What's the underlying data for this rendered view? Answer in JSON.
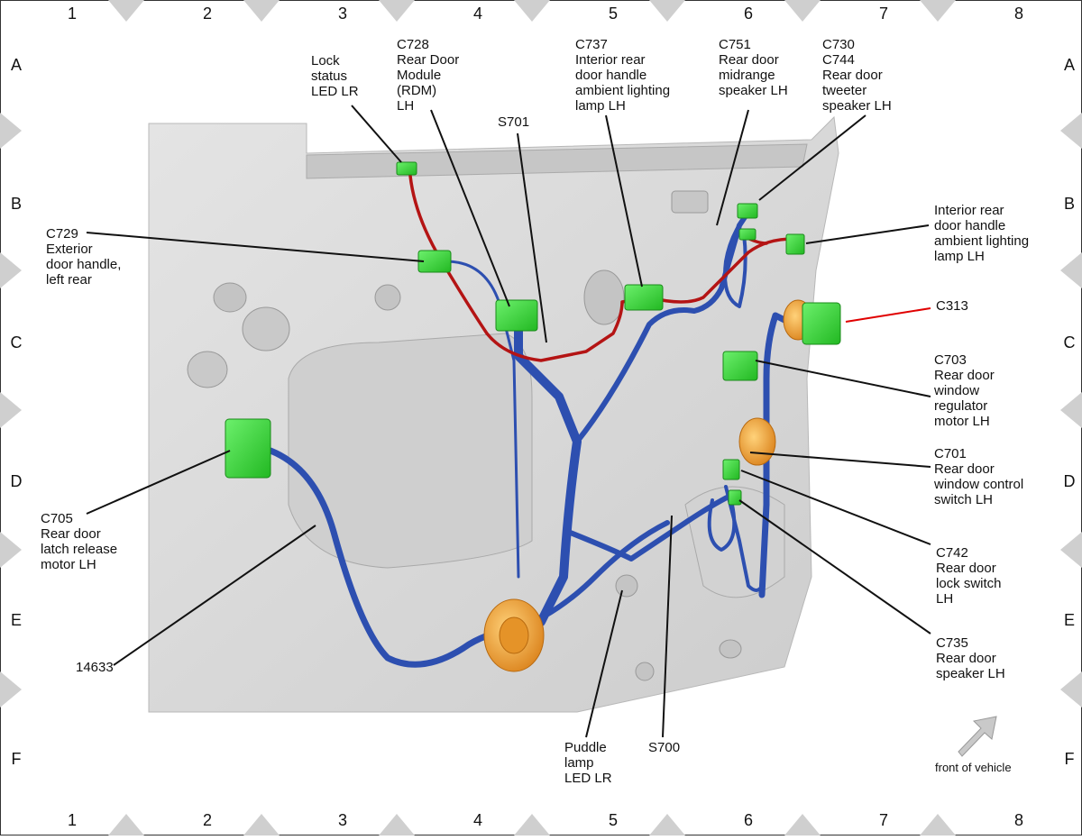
{
  "grid": {
    "columns": [
      "1",
      "2",
      "3",
      "4",
      "5",
      "6",
      "7",
      "8"
    ],
    "rows": [
      "A",
      "B",
      "C",
      "D",
      "E",
      "F"
    ]
  },
  "callouts": {
    "lock_status_led": [
      "Lock",
      "status",
      "LED LR"
    ],
    "c728": [
      "C728",
      "Rear Door",
      "Module",
      "(RDM)",
      "LH"
    ],
    "c737": [
      "C737",
      "Interior rear",
      "door handle",
      "ambient lighting",
      "lamp LH"
    ],
    "s701": [
      "S701"
    ],
    "c751": [
      "C751",
      "Rear door",
      "midrange",
      "speaker LH"
    ],
    "c730_c744": [
      "C730",
      "C744",
      "Rear door",
      "tweeter",
      "speaker LH"
    ],
    "c729": [
      "C729",
      "Exterior",
      "door handle,",
      "left rear"
    ],
    "interior_lamp": [
      "Interior rear",
      "door handle",
      "ambient lighting",
      "lamp LH"
    ],
    "c313": [
      "C313"
    ],
    "c703": [
      "C703",
      "Rear door",
      "window",
      "regulator",
      "motor LH"
    ],
    "c701": [
      "C701",
      "Rear door",
      "window control",
      "switch LH"
    ],
    "c705": [
      "C705",
      "Rear door",
      "latch release",
      "motor LH"
    ],
    "c742": [
      "C742",
      "Rear door",
      "lock switch",
      "LH"
    ],
    "c735": [
      "C735",
      "Rear door",
      "speaker LH"
    ],
    "harness_14633": [
      "14633"
    ],
    "puddle_lamp": [
      "Puddle",
      "lamp",
      "LED LR"
    ],
    "s700": [
      "S700"
    ],
    "front_of_vehicle": [
      "front of vehicle"
    ]
  },
  "colors": {
    "harness_blue": "#2d4fb0",
    "harness_red": "#b41414",
    "connector_green": "#3dd63d",
    "grommet_orange": "#f0a53a",
    "panel_gray": "#d8d8d8",
    "c313_label": "#e00000",
    "border_gray": "#cfcfcf"
  }
}
